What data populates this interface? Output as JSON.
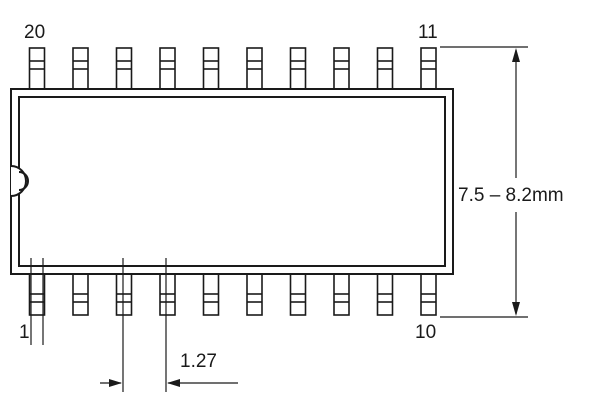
{
  "labels": {
    "pin_top_left": "20",
    "pin_top_right": "11",
    "pin_bottom_left": "1",
    "pin_bottom_right": "10",
    "body_width": "7.5 – 8.2mm",
    "pin_pitch": "1.27"
  },
  "package": {
    "pins_per_side": 10
  },
  "colors": {
    "body_outline": "#1a1a1a",
    "pin_fill": "#ffffff",
    "dimension_line": "#1a1a1a"
  }
}
